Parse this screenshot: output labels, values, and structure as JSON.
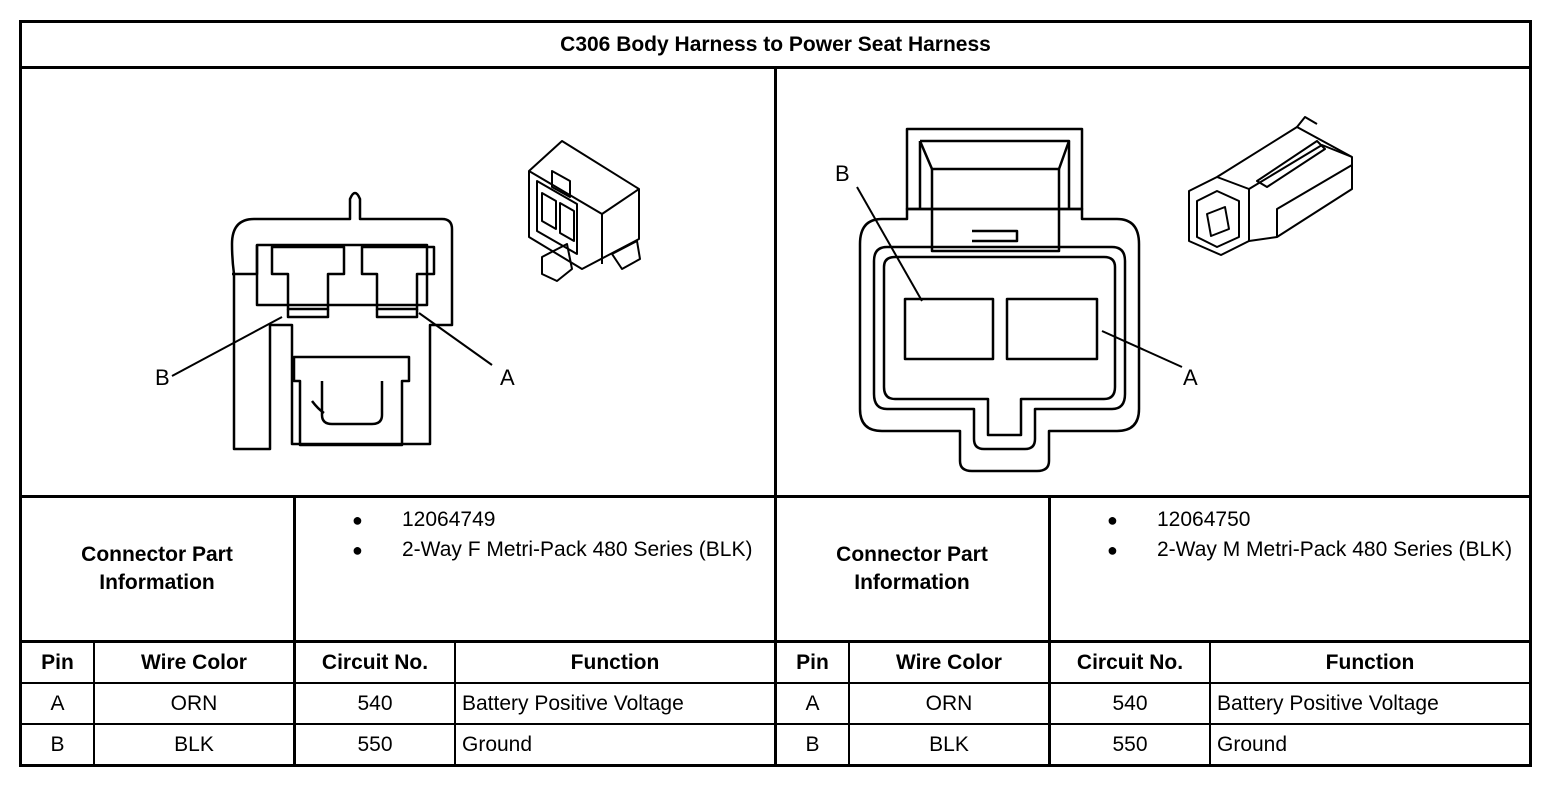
{
  "title": "C306 Body Harness to Power Seat Harness",
  "left": {
    "pin_labels": {
      "a": "A",
      "b": "B"
    },
    "connector_part_info_label": "Connector Part Information",
    "part_info": [
      "12064749",
      "2-Way F Metri-Pack 480 Series (BLK)"
    ],
    "columns": [
      "Pin",
      "Wire Color",
      "Circuit No.",
      "Function"
    ],
    "rows": [
      {
        "pin": "A",
        "wire_color": "ORN",
        "circuit": "540",
        "function": "Battery Positive Voltage"
      },
      {
        "pin": "B",
        "wire_color": "BLK",
        "circuit": "550",
        "function": "Ground"
      }
    ]
  },
  "right": {
    "pin_labels": {
      "a": "A",
      "b": "B"
    },
    "connector_part_info_label": "Connector Part Information",
    "part_info": [
      "12064750",
      "2-Way M Metri-Pack 480 Series (BLK)"
    ],
    "columns": [
      "Pin",
      "Wire Color",
      "Circuit No.",
      "Function"
    ],
    "rows": [
      {
        "pin": "A",
        "wire_color": "ORN",
        "circuit": "540",
        "function": "Battery Positive Voltage"
      },
      {
        "pin": "B",
        "wire_color": "BLK",
        "circuit": "550",
        "function": "Ground"
      }
    ]
  }
}
